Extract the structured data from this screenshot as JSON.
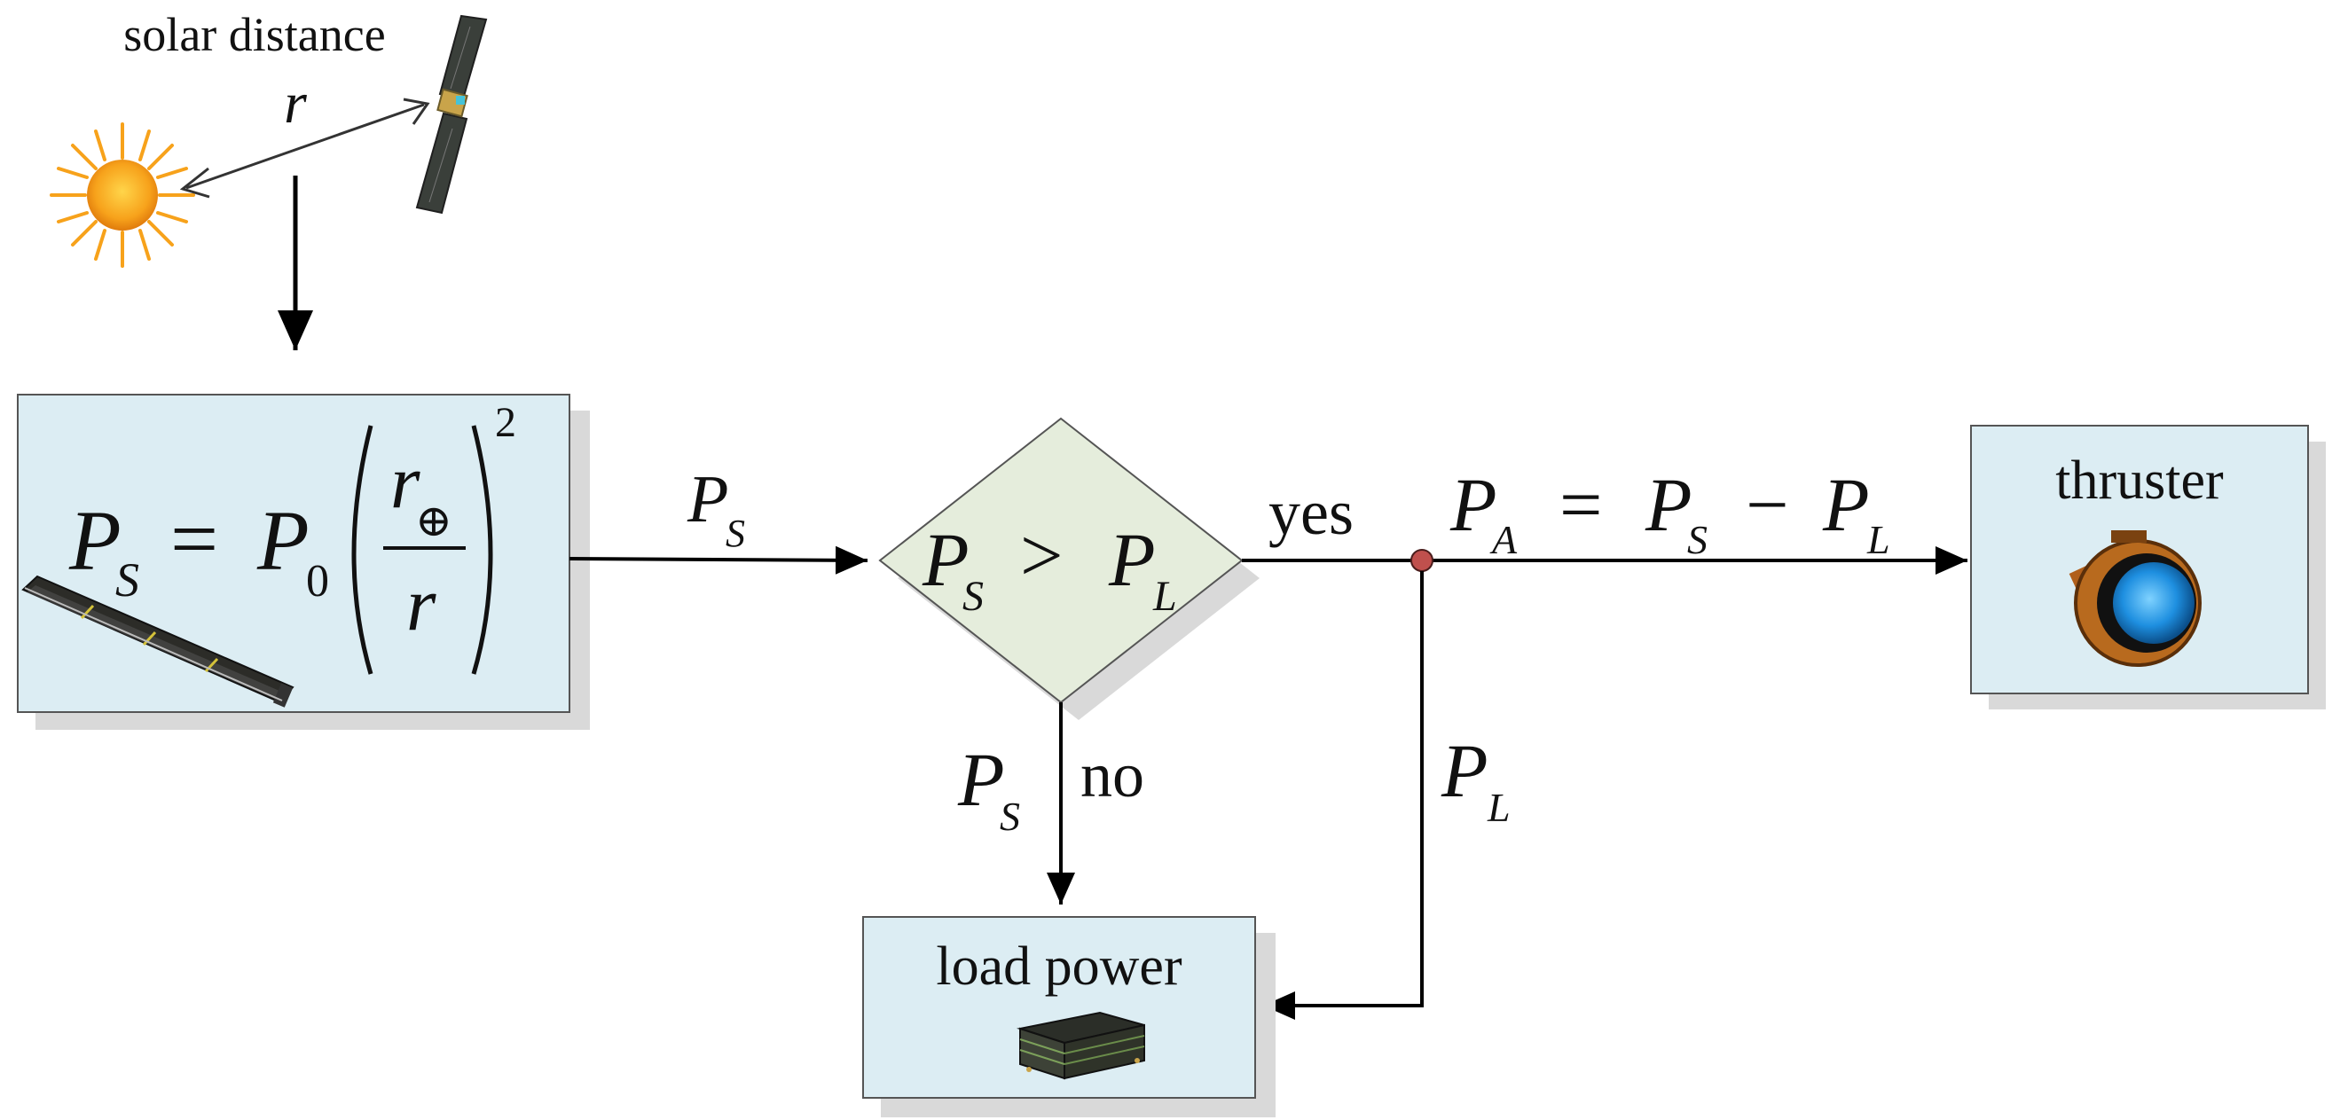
{
  "top": {
    "label_line1": "solar distance",
    "label_r": "r"
  },
  "solar_box": {
    "lhs_P": "P",
    "lhs_sub": "S",
    "eq": "=",
    "rhs_P": "P",
    "rhs_sub": "0",
    "frac_num": "r",
    "frac_num_sub": "⊕",
    "frac_den": "r",
    "exponent": "2"
  },
  "arrow_ps": {
    "P": "P",
    "sub": "S"
  },
  "decision": {
    "left_P": "P",
    "left_sub": "S",
    "op": ">",
    "right_P": "P",
    "right_sub": "L"
  },
  "yes_label": "yes",
  "no_label": "no",
  "down_ps": {
    "P": "P",
    "sub": "S"
  },
  "pa_eq": {
    "P1": "P",
    "sub1": "A",
    "eq": "=",
    "P2": "P",
    "sub2": "S",
    "minus": "−",
    "P3": "P",
    "sub3": "L"
  },
  "pl_label": {
    "P": "P",
    "sub": "L"
  },
  "thruster_box": {
    "label": "thruster"
  },
  "load_box": {
    "label": "load power"
  },
  "colors": {
    "box_fill": "#dcedf3",
    "box_stroke": "#555555",
    "shadow": "#d9d9d9",
    "diamond_fill": "#e5eddc",
    "junction_dot": "#c0504d",
    "sun": "#f7a21b"
  }
}
